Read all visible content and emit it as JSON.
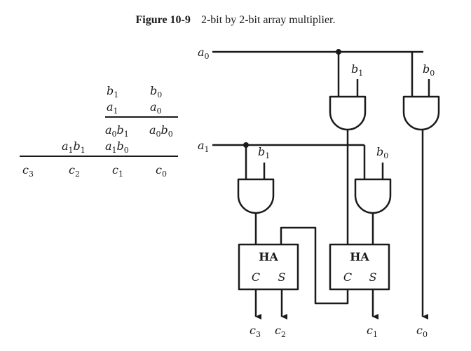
{
  "caption": {
    "label": "Figure 10-9",
    "text": "2-bit by 2-bit array multiplier."
  },
  "table": {
    "row1": [
      {
        "v": "b",
        "s": "1"
      },
      {
        "v": "b",
        "s": "0"
      }
    ],
    "row2": [
      {
        "v": "a",
        "s": "1"
      },
      {
        "v": "a",
        "s": "0"
      }
    ],
    "row3": [
      "a0b1",
      "a0b0"
    ],
    "row4": [
      "a1b1",
      "a1b0"
    ],
    "result": [
      {
        "v": "c",
        "s": "3"
      },
      {
        "v": "c",
        "s": "2"
      },
      {
        "v": "c",
        "s": "1"
      },
      {
        "v": "c",
        "s": "0"
      }
    ]
  },
  "circuit": {
    "inputs": {
      "a0": "a0",
      "a1": "a1",
      "b0": "b0",
      "b1": "b1"
    },
    "half_adder_label": "HA",
    "carry_label": "C",
    "sum_label": "S",
    "outputs": {
      "c3": "c3",
      "c2": "c2",
      "c1": "c1",
      "c0": "c0"
    }
  }
}
